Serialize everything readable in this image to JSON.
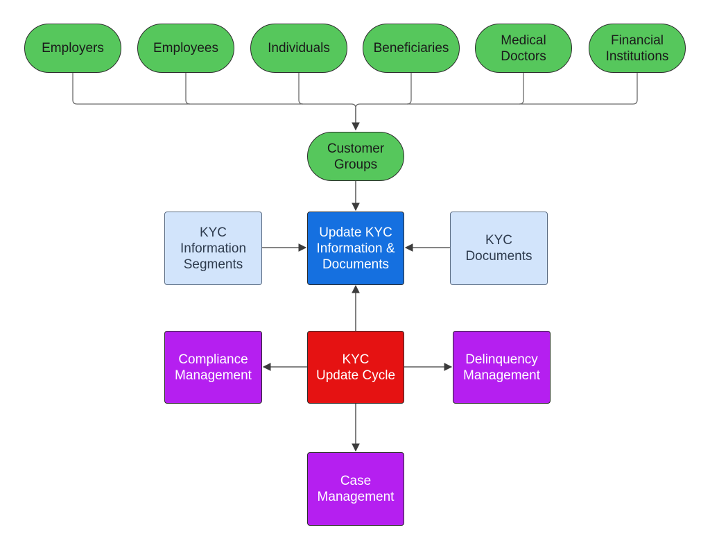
{
  "diagram": {
    "stakeholders": [
      {
        "lines": [
          "Employers"
        ]
      },
      {
        "lines": [
          "Employees"
        ]
      },
      {
        "lines": [
          "Individuals"
        ]
      },
      {
        "lines": [
          "Beneficiaries"
        ]
      },
      {
        "lines": [
          "Medical",
          "Doctors"
        ]
      },
      {
        "lines": [
          "Financial",
          "Institutions"
        ]
      }
    ],
    "customer_groups": {
      "lines": [
        "Customer",
        "Groups"
      ]
    },
    "kyc_information_segments": {
      "lines": [
        "KYC",
        "Information",
        "Segments"
      ]
    },
    "update_kyc": {
      "lines": [
        "Update KYC",
        "Information &",
        "Documents"
      ]
    },
    "kyc_documents": {
      "lines": [
        "KYC",
        "Documents"
      ]
    },
    "compliance_management": {
      "lines": [
        "Compliance",
        "Management"
      ]
    },
    "kyc_update_cycle": {
      "lines": [
        "KYC",
        "Update Cycle"
      ]
    },
    "delinquency_management": {
      "lines": [
        "Delinquency",
        "Management"
      ]
    },
    "case_management": {
      "lines": [
        "Case",
        "Management"
      ]
    },
    "colors": {
      "pill_green": "#56c75c",
      "light_blue": "#d2e4fb",
      "blue": "#1570e0",
      "red": "#e51212",
      "purple": "#b51ff0",
      "connector": "#4a4a4a"
    }
  }
}
